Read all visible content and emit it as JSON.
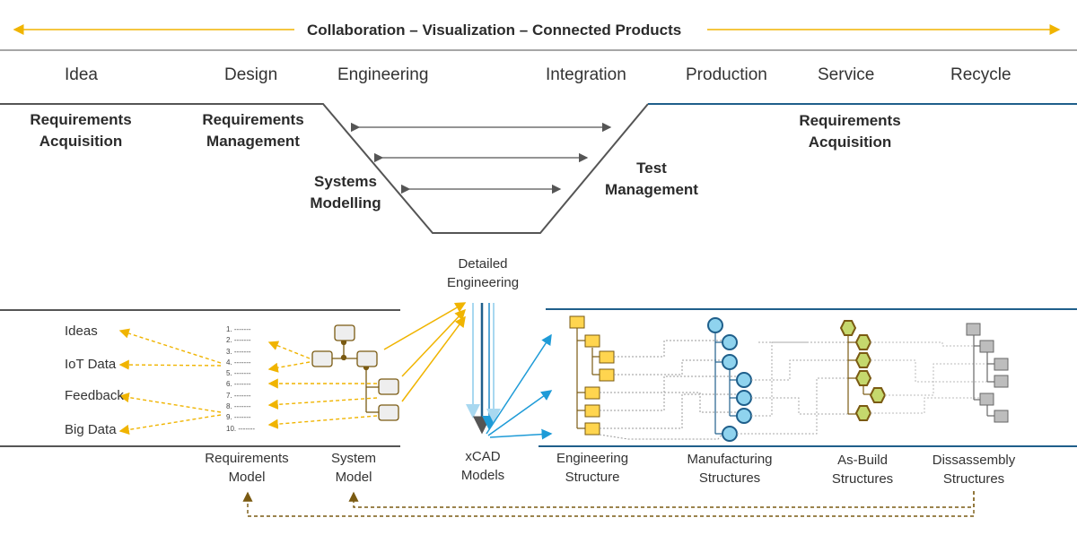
{
  "banner": "Collaboration – Visualization – Connected Products",
  "phases": [
    "Idea",
    "Design",
    "Engineering",
    "Integration",
    "Production",
    "Service",
    "Recycle"
  ],
  "bold_labels": {
    "req_acq_left": [
      "Requirements",
      "Acquisition"
    ],
    "req_mgmt": [
      "Requirements",
      "Management"
    ],
    "sys_model": [
      "Systems",
      "Modelling"
    ],
    "test_mgmt": [
      "Test",
      "Management"
    ],
    "req_acq_right": [
      "Requirements",
      "Acquisition"
    ]
  },
  "detailed_engineering": [
    "Detailed",
    "Engineering"
  ],
  "left_items": [
    "Ideas",
    "IoT Data",
    "Feedback",
    "Big Data"
  ],
  "numbered_list": [
    "1.",
    "2.",
    "3.",
    "4.",
    "5.",
    "6.",
    "7.",
    "8.",
    "9.",
    "10."
  ],
  "bottom_labels": {
    "req_model": [
      "Requirements",
      "Model"
    ],
    "system_model": [
      "System",
      "Model"
    ],
    "xcad": [
      "xCAD",
      "Models"
    ],
    "eng_struct": [
      "Engineering",
      "Structure"
    ],
    "mfg_struct": [
      "Manufacturing",
      "Structures"
    ],
    "asbuild_struct": [
      "As-Build",
      "Structures"
    ],
    "disassembly_struct": [
      "Dissassembly",
      "Structures"
    ]
  },
  "colors": {
    "gold_arrow": "#f0b400",
    "blue_arrow": "#1e9bd7",
    "dark_blue_line": "#1f5f8b",
    "yellow_node": "#ffd54f",
    "blue_node": "#8fd3ee",
    "green_node": "#c5d86d",
    "gray_node": "#bdbdbd",
    "brown_dash": "#7a5a12"
  }
}
